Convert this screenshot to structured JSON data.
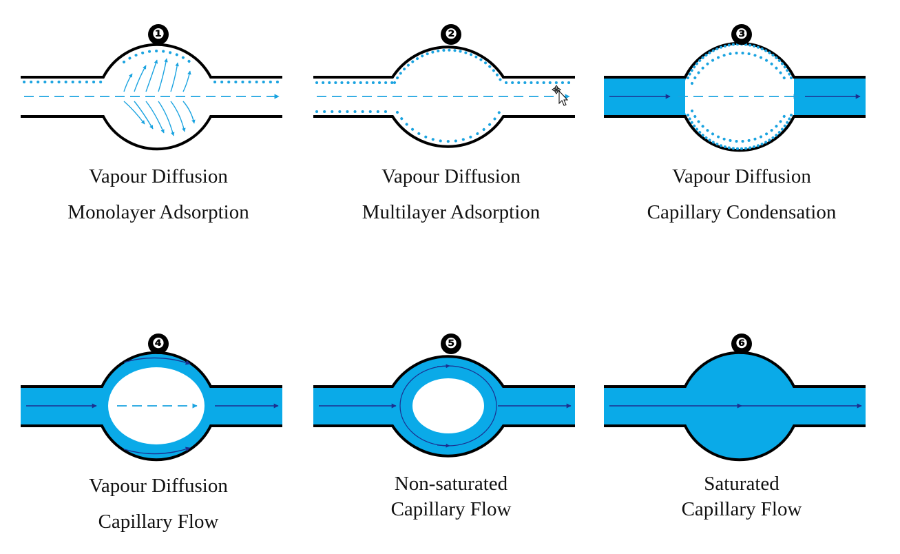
{
  "colors": {
    "water": "#0aaae8",
    "vapour": "#1aa3e0",
    "flow_arrow": "#1c2f8f",
    "wall": "#000000"
  },
  "panels": [
    {
      "number": "❶",
      "line1": "Vapour Diffusion",
      "line2": "Monolayer Adsorption"
    },
    {
      "number": "❷",
      "line1": "Vapour Diffusion",
      "line2": "Multilayer Adsorption"
    },
    {
      "number": "❸",
      "line1": "Vapour Diffusion",
      "line2": "Capillary Condensation"
    },
    {
      "number": "❹",
      "line1": "Vapour Diffusion",
      "line2": "Capillary Flow"
    },
    {
      "number": "❺",
      "line1": "Non-saturated",
      "line2": "Capillary Flow"
    },
    {
      "number": "❻",
      "line1": "Saturated",
      "line2": "Capillary Flow"
    }
  ],
  "cursor": "move-cursor-icon"
}
